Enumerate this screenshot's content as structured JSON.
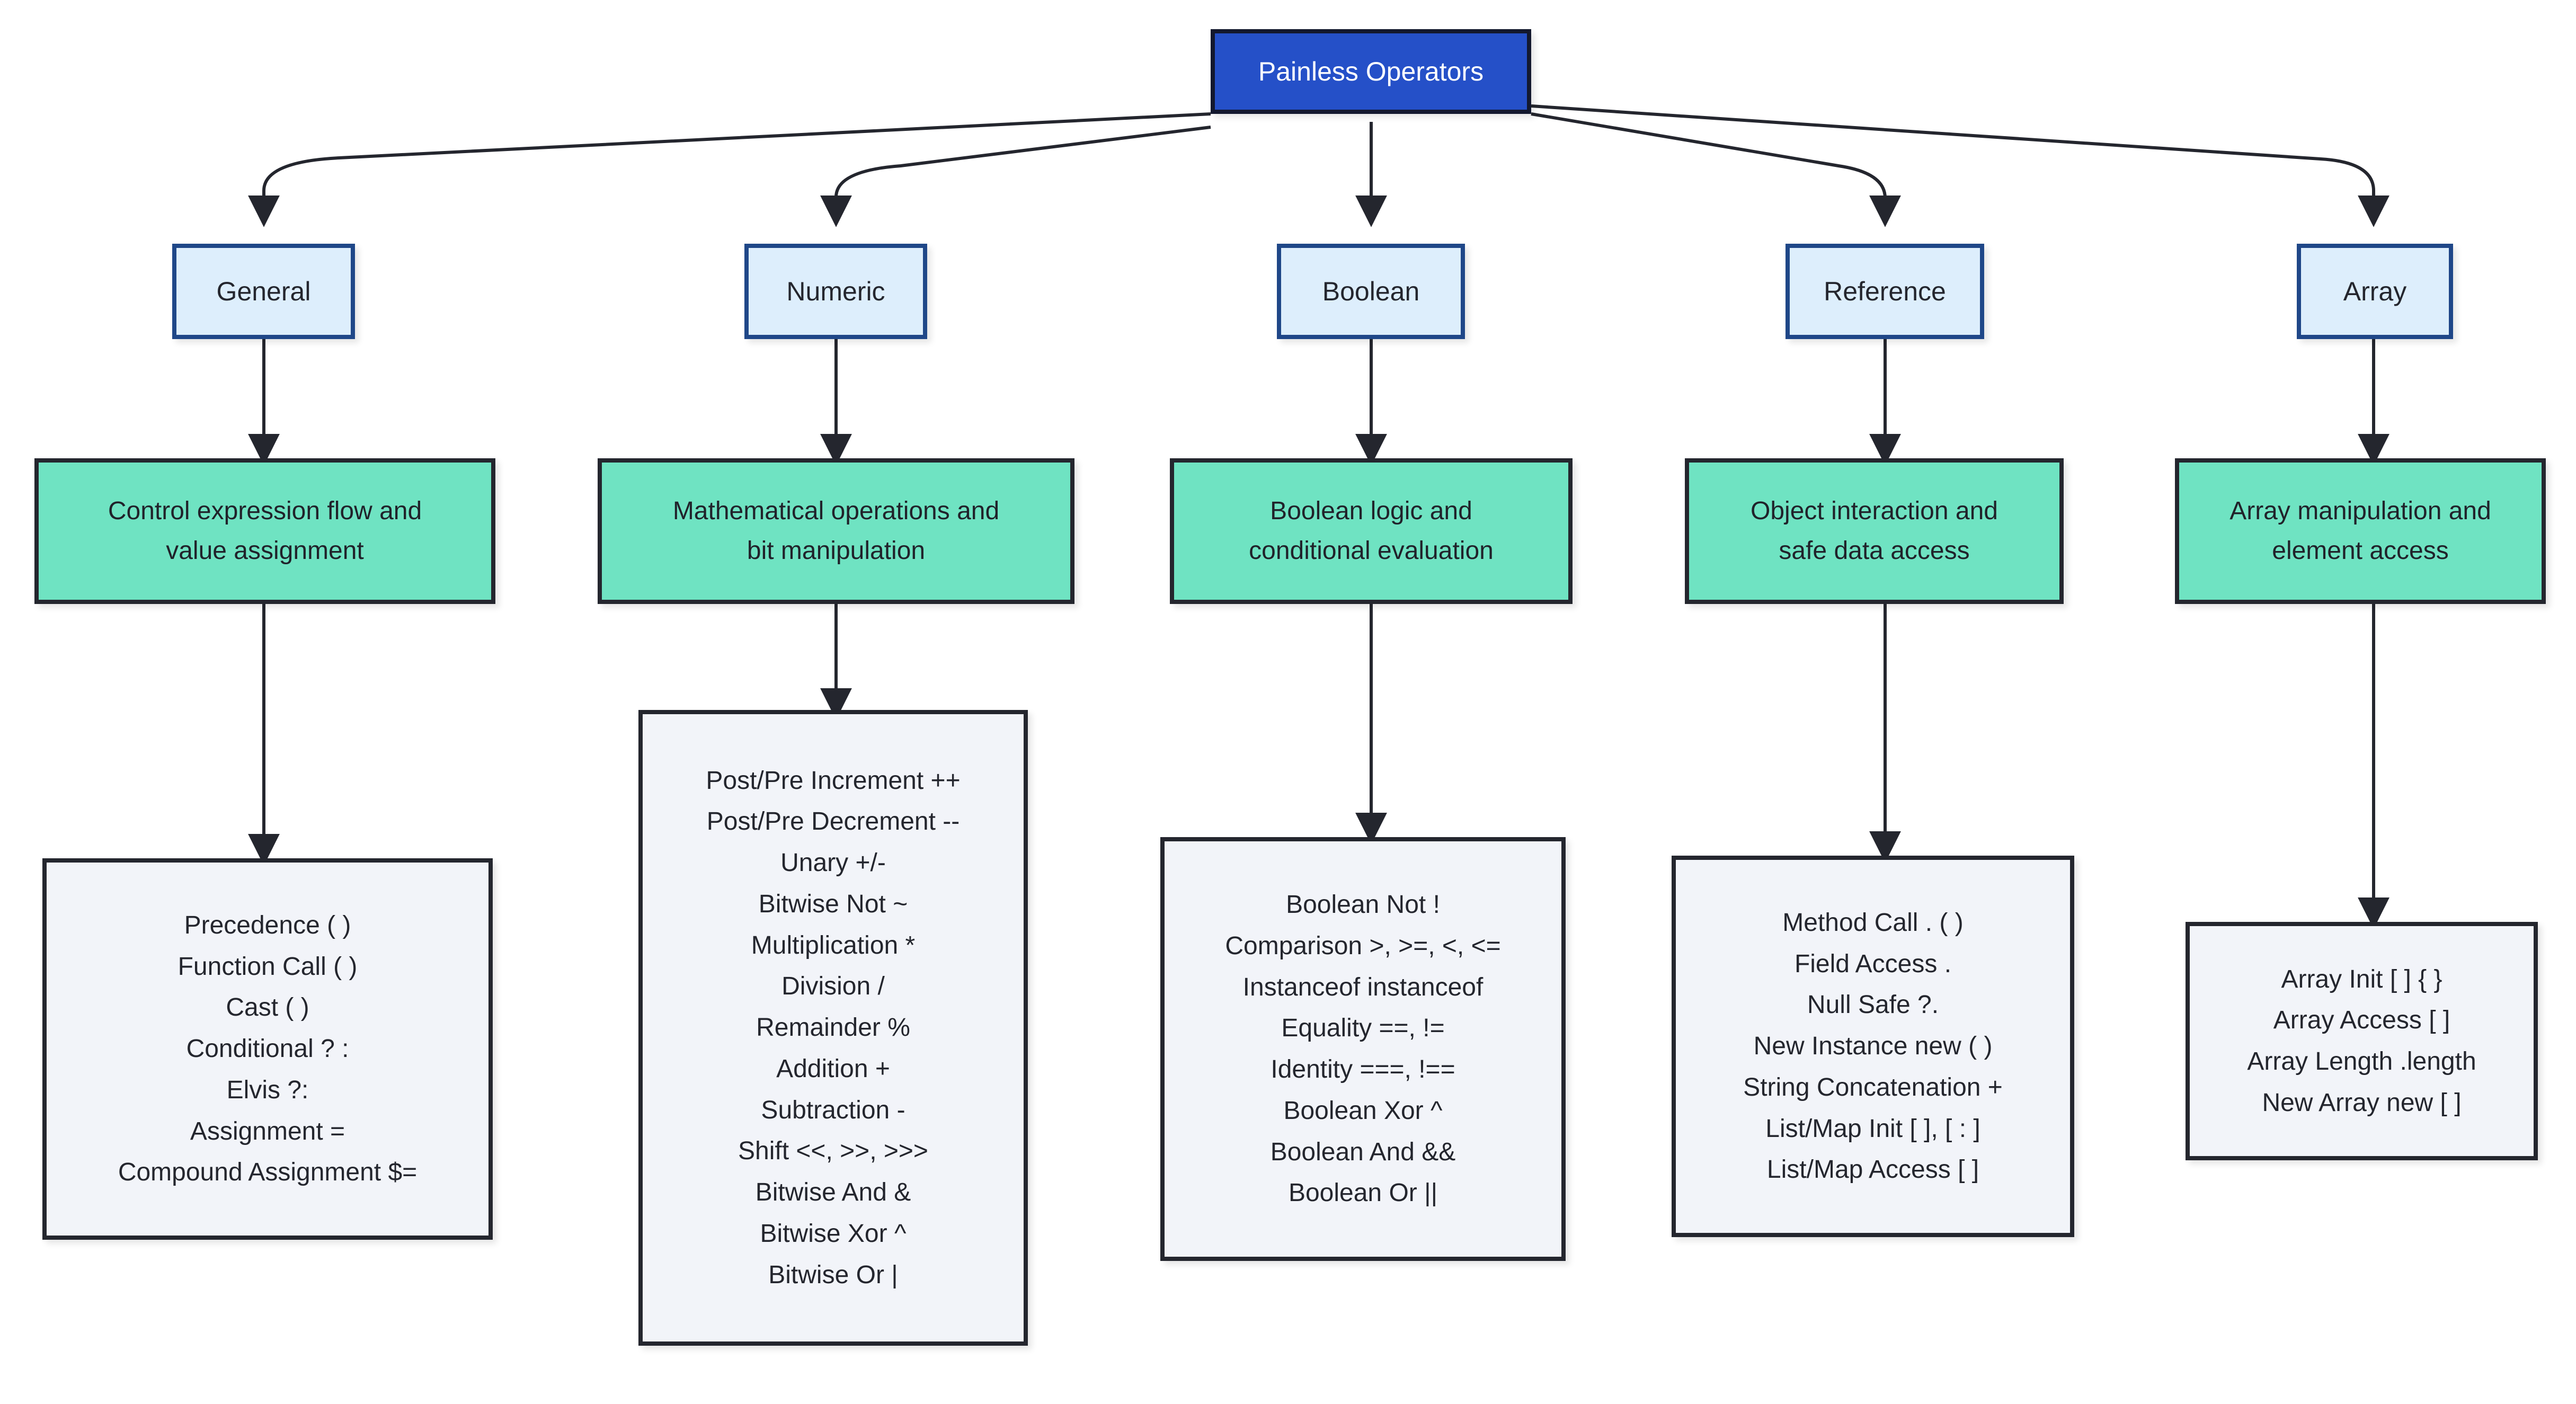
{
  "diagram": {
    "title": "Painless Operators",
    "type": "flowchart",
    "direction": "top-down",
    "colors": {
      "root_fill": "#2550c8",
      "root_text": "#ffffff",
      "root_border": "#13182e",
      "category_fill": "#ddeefc",
      "category_border": "#1f4788",
      "description_fill": "#6fe3c2",
      "description_border": "#24262e",
      "list_fill": "#f2f4f9",
      "list_border": "#24262e",
      "edge": "#24262e",
      "background": "#ffffff"
    }
  },
  "root": {
    "label": "Painless Operators"
  },
  "branches": [
    {
      "id": "general",
      "category": "General",
      "description": [
        "Control expression flow and",
        "value assignment"
      ],
      "operators": [
        "Precedence ( )",
        "Function Call ( )",
        "Cast ( )",
        "Conditional ? :",
        "Elvis ?:",
        "Assignment =",
        "Compound Assignment $="
      ]
    },
    {
      "id": "numeric",
      "category": "Numeric",
      "description": [
        "Mathematical operations and",
        "bit manipulation"
      ],
      "operators": [
        "Post/Pre Increment ++",
        "Post/Pre Decrement --",
        "Unary +/-",
        "Bitwise Not ~",
        "Multiplication *",
        "Division /",
        "Remainder %",
        "Addition +",
        "Subtraction -",
        "Shift <<, >>, >>>",
        "Bitwise And &",
        "Bitwise Xor ^",
        "Bitwise Or |"
      ]
    },
    {
      "id": "boolean",
      "category": "Boolean",
      "description": [
        "Boolean logic and",
        "conditional evaluation"
      ],
      "operators": [
        "Boolean Not !",
        "Comparison >, >=, <, <=",
        "Instanceof instanceof",
        "Equality ==, !=",
        "Identity ===, !==",
        "Boolean Xor ^",
        "Boolean And &&",
        "Boolean Or ||"
      ]
    },
    {
      "id": "reference",
      "category": "Reference",
      "description": [
        "Object interaction and",
        "safe data access"
      ],
      "operators": [
        "Method Call . ( )",
        "Field Access .",
        "Null Safe ?.",
        "New Instance new ( )",
        "String Concatenation +",
        "List/Map Init [ ], [ : ]",
        "List/Map Access [ ]"
      ]
    },
    {
      "id": "array",
      "category": "Array",
      "description": [
        "Array manipulation and",
        "element access"
      ],
      "operators": [
        "Array Init [ ] { }",
        "Array Access [ ]",
        "Array Length .length",
        "New Array new [ ]"
      ]
    }
  ]
}
